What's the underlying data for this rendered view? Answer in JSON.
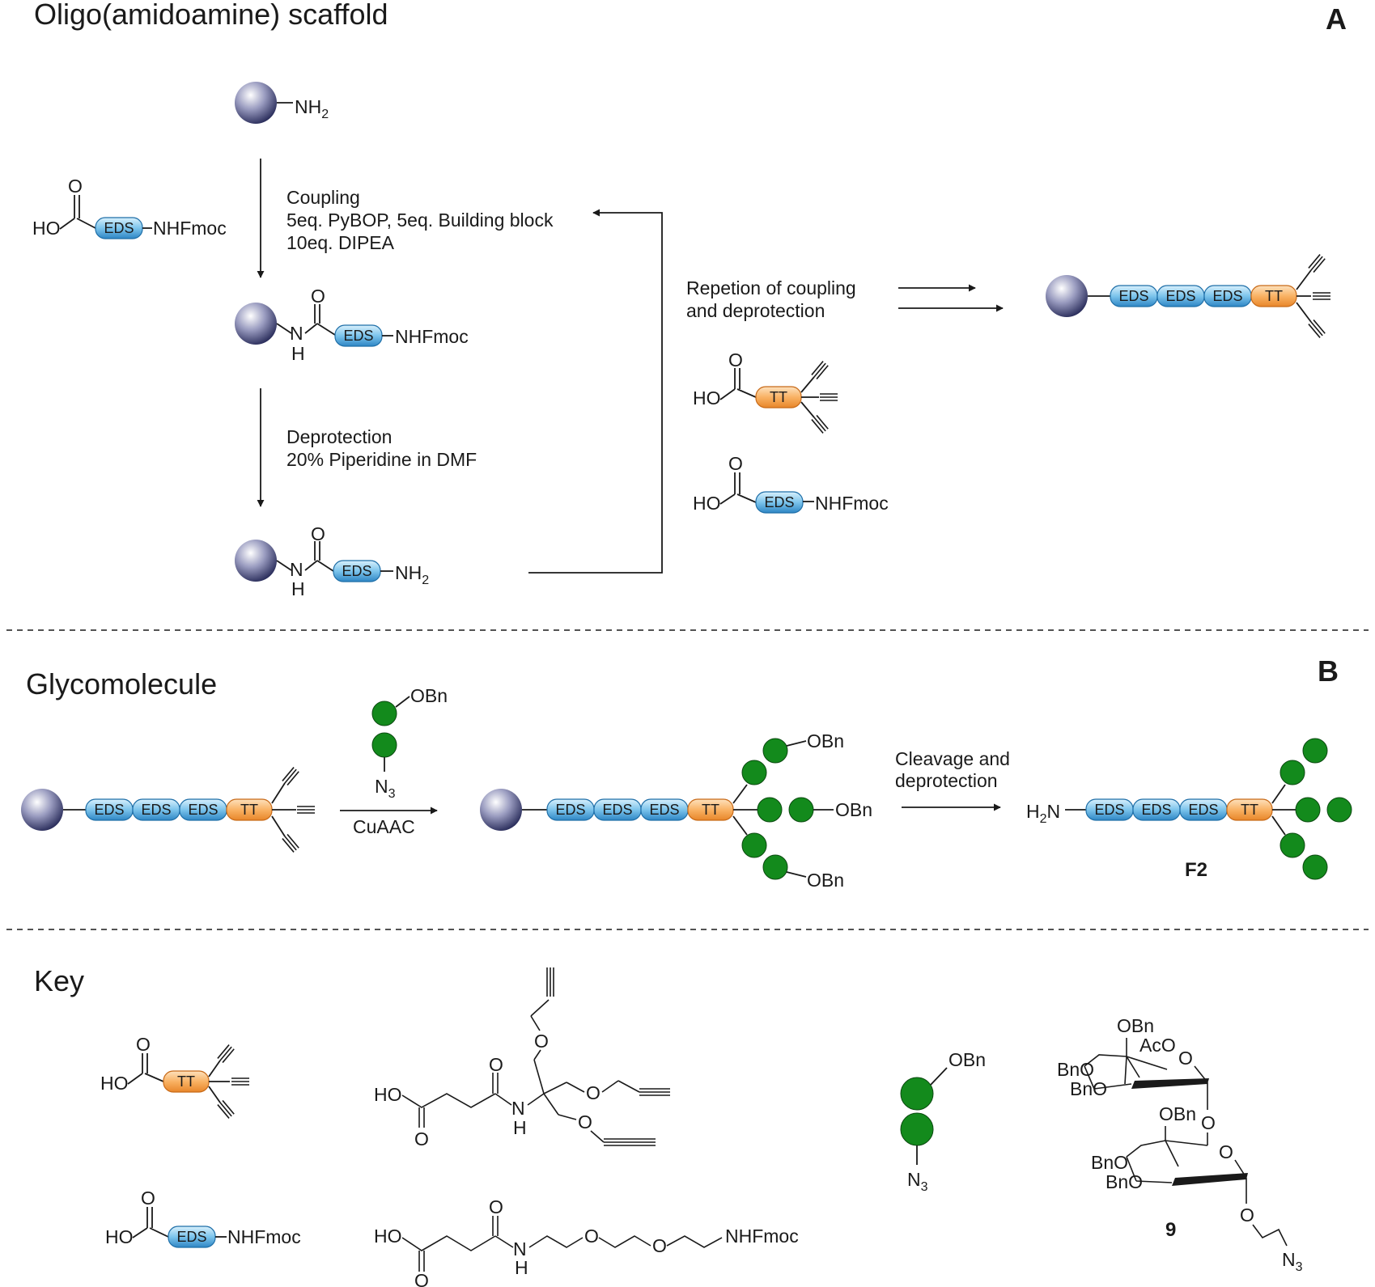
{
  "panel_a": {
    "title": "Oligo(amidoamine) scaffold",
    "letter": "A",
    "nh2": "NH",
    "sub2": "2",
    "nhfmoc": "NHFmoc",
    "ho": "HO",
    "o": "O",
    "n": "N",
    "h": "H",
    "eds": "EDS",
    "tt": "TT",
    "coupling": [
      "Coupling",
      "5eq. PyBOP,  5eq. Building block",
      "10eq. DIPEA"
    ],
    "deprotection": [
      "Deprotection",
      "20% Piperidine in DMF"
    ],
    "repetition": [
      "Repetion of coupling",
      "and deprotection"
    ]
  },
  "panel_b": {
    "title": "Glycomolecule",
    "letter": "B",
    "obn": "OBn",
    "n3": "N",
    "sub3": "3",
    "cuaac": "CuAAC",
    "cleavage": [
      "Cleavage and",
      "deprotection"
    ],
    "h2n": "H",
    "h2n_tail": "N",
    "product": "F2"
  },
  "key": {
    "title": "Key",
    "obn": "OBn",
    "aco": "AcO",
    "bno": "BnO",
    "n3": "N",
    "sub3": "3",
    "compound": "9"
  },
  "colors": {
    "eds_blue": "#4aa6dc",
    "tt_orange": "#f7a24a",
    "sugar_green": "#138a1c",
    "bead_navy": "#1e2150"
  }
}
